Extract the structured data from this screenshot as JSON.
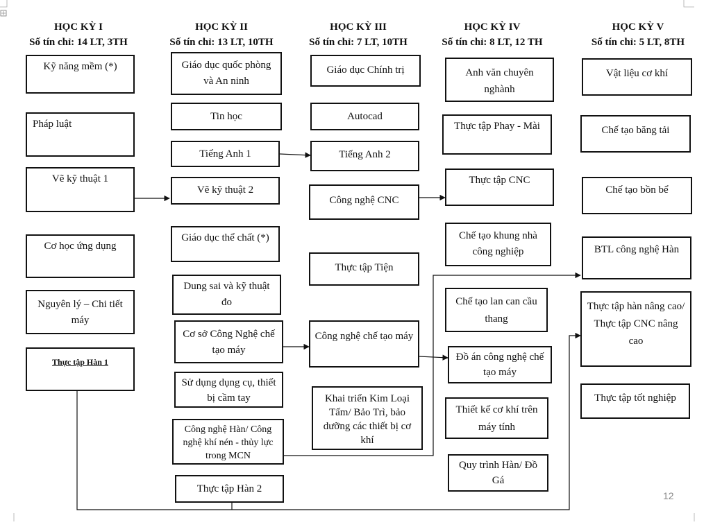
{
  "semesters": [
    {
      "title": "HỌC KỲ I",
      "credits": "Số tín chỉ: 14 LT, 3TH"
    },
    {
      "title": "HỌC KỲ II",
      "credits": "Số tín chỉ: 13 LT, 10TH"
    },
    {
      "title": "HỌC KỲ III",
      "credits": "Số tín chỉ: 7 LT, 10TH"
    },
    {
      "title": "HỌC KỲ IV",
      "credits": "Số tín chỉ: 8 LT, 12 TH"
    },
    {
      "title": "HỌC KỲ V",
      "credits": "Số tín chỉ: 5 LT, 8TH"
    }
  ],
  "courses": {
    "s1": [
      "Kỹ năng mềm (*)",
      "Pháp luật",
      "Vẽ kỹ thuật 1",
      "Cơ học ứng dụng",
      "Nguyên lý – Chi tiết máy",
      "Thực tập Hàn 1"
    ],
    "s2": [
      "Giáo dục quốc phòng và An ninh",
      "Tin học",
      "Tiếng Anh 1",
      "Vẽ kỹ thuật 2",
      "Giáo dục thể chất (*)",
      "Dung sai và kỹ thuật đo",
      "Cơ sở Công Nghệ chế tạo máy",
      "Sử dụng dụng cụ, thiết bị cầm tay",
      "Công nghệ Hàn/ Công nghệ khí nén - thủy lực trong MCN",
      "Thực tập Hàn 2"
    ],
    "s3": [
      "Giáo dục Chính trị",
      "Autocad",
      "Tiếng Anh 2",
      "Công nghệ CNC",
      "Thực tập Tiện",
      "Công nghệ chế tạo máy",
      "Khai triển Kim Loại Tấm/ Bảo Trì, bảo dưỡng các thiết bị cơ khí"
    ],
    "s4": [
      "Anh văn chuyên nghành",
      "Thực tập Phay - Mài",
      "Thực tập CNC",
      "Chế tạo khung nhà công nghiệp",
      "Chế tạo lan can cầu thang",
      "Đồ án công nghệ chế tạo máy",
      "Thiết kế cơ khí trên máy tính",
      "Quy trình Hàn/ Đồ Gá"
    ],
    "s5": [
      "Vật liệu cơ khí",
      "Chế tạo băng tải",
      "Chế tạo bồn bể",
      "BTL công nghệ Hàn",
      "Thực tập hàn nâng cao/ Thực tập CNC nâng cao",
      "Thực tập tốt nghiệp"
    ]
  },
  "page_number": "12"
}
